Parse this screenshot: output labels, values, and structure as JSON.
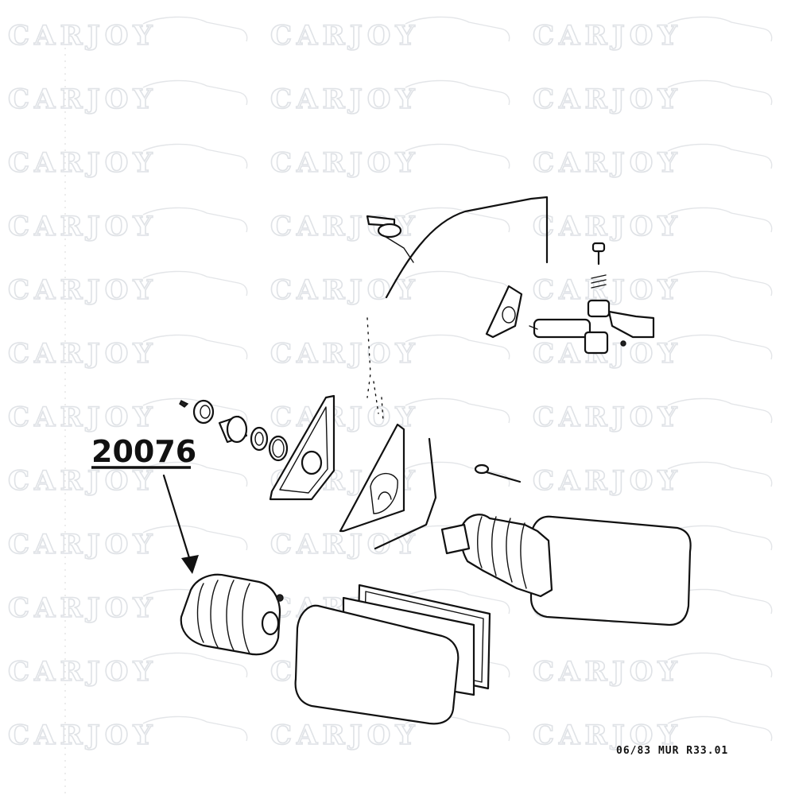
{
  "watermark": {
    "text": "CARJOY"
  },
  "callout": {
    "part_number": "20076"
  },
  "footer": {
    "reference_code": "06/83 MUR R33.01"
  }
}
